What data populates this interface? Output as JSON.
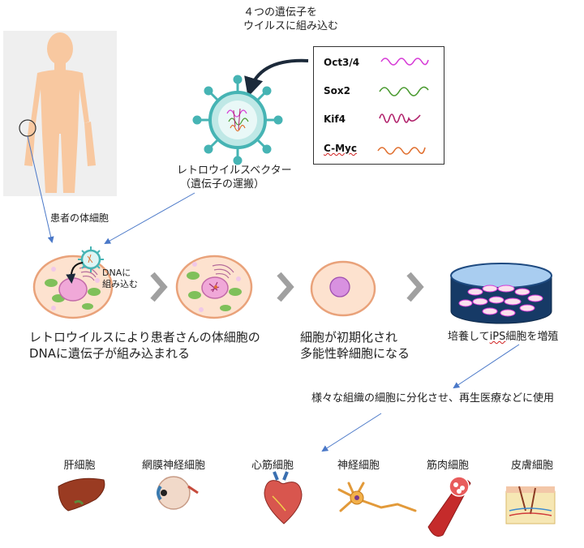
{
  "top_note": {
    "line1": "４つの遺伝子を",
    "line2": "ウイルスに組み込む"
  },
  "genes": [
    {
      "name": "Oct3/4",
      "color": "#d63ad6"
    },
    {
      "name": "Sox2",
      "color": "#4a9a30"
    },
    {
      "name": "Kif4",
      "color": "#b0206a"
    },
    {
      "name": "C-Myc",
      "color": "#e07030"
    }
  ],
  "vector": {
    "line1": "レトロウイルスベクター",
    "line2": "（遺伝子の運搬）"
  },
  "patient_label": "患者の体細胞",
  "insert_label": {
    "line1": "DNAに",
    "line2": "組み込む"
  },
  "step1": {
    "line1": "レトロウイルスにより患者さんの体細胞の",
    "line2": "DNAに遺伝子が組み込まれる"
  },
  "step2": {
    "line1": "細胞が初期化され",
    "line2": "多能性幹細胞になる"
  },
  "step3": {
    "pre": "培養して",
    "ips": "iPS",
    "post": "細胞を増殖"
  },
  "differentiate": "様々な組織の細胞に分化させ、再生医療などに使用",
  "organs": [
    {
      "label": "肝細胞",
      "icon": "liver-icon"
    },
    {
      "label": "網膜神経細胞",
      "icon": "eye-icon"
    },
    {
      "label": "心筋細胞",
      "icon": "heart-icon"
    },
    {
      "label": "神経細胞",
      "icon": "neuron-icon"
    },
    {
      "label": "筋肉細胞",
      "icon": "muscle-icon"
    },
    {
      "label": "皮膚細胞",
      "icon": "skin-icon"
    }
  ],
  "colors": {
    "arrow_blue": "#4a78c8",
    "virus": "#46b4b4",
    "cell_fill": "#fde2cf",
    "dark_arrow": "#1c2a3a"
  }
}
